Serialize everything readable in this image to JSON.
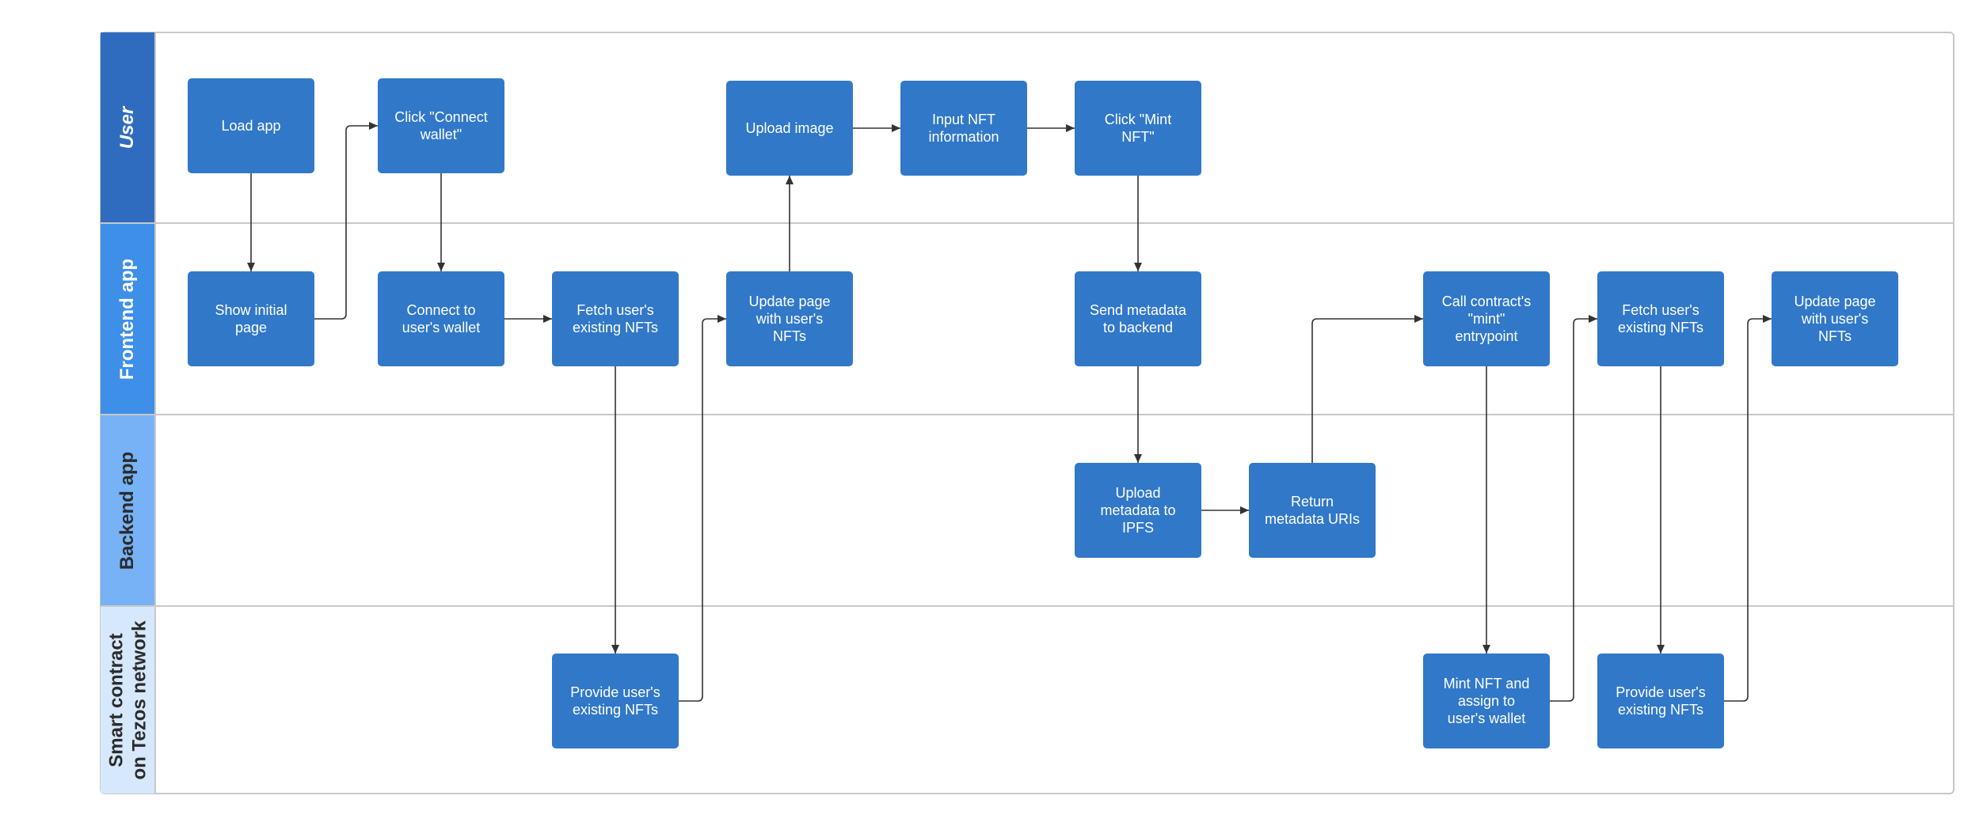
{
  "colors": {
    "node_fill": "#3178c9",
    "node_text": "#ffffff",
    "lane_user": "#2f6cc0",
    "lane_frontend": "#3d8fe8",
    "lane_backend": "#76b2f5",
    "lane_contract": "#d6e8fc",
    "edge": "#333333"
  },
  "lanes": [
    {
      "id": "user",
      "label": "User",
      "italic": true
    },
    {
      "id": "frontend",
      "label": "Frontend app",
      "italic": false
    },
    {
      "id": "backend",
      "label": "Backend app",
      "italic": false
    },
    {
      "id": "contract",
      "label": "Smart contract\non Tezos network",
      "italic": false
    }
  ],
  "nodes": [
    {
      "id": "load_app",
      "label": "Load app"
    },
    {
      "id": "click_connect",
      "label": "Click \"Connect\nwallet\""
    },
    {
      "id": "upload_image",
      "label": "Upload image"
    },
    {
      "id": "input_nft",
      "label": "Input NFT\ninformation"
    },
    {
      "id": "click_mint",
      "label": "Click \"Mint\nNFT\""
    },
    {
      "id": "show_initial",
      "label": "Show initial\npage"
    },
    {
      "id": "connect_wallet",
      "label": "Connect to\nuser's wallet"
    },
    {
      "id": "fetch_nfts_1",
      "label": "Fetch user's\nexisting NFTs"
    },
    {
      "id": "update_page_1",
      "label": "Update page\nwith user's\nNFTs"
    },
    {
      "id": "send_metadata",
      "label": "Send metadata\nto backend"
    },
    {
      "id": "call_mint",
      "label": "Call contract's\n\"mint\"\nentrypoint"
    },
    {
      "id": "fetch_nfts_2",
      "label": "Fetch user's\nexisting NFTs"
    },
    {
      "id": "update_page_2",
      "label": "Update page\nwith user's\nNFTs"
    },
    {
      "id": "upload_ipfs",
      "label": "Upload\nmetadata to\nIPFS"
    },
    {
      "id": "return_uris",
      "label": "Return\nmetadata URIs"
    },
    {
      "id": "provide_nfts_1",
      "label": "Provide user's\nexisting NFTs"
    },
    {
      "id": "mint_assign",
      "label": "Mint NFT and\nassign to\nuser's wallet"
    },
    {
      "id": "provide_nfts_2",
      "label": "Provide user's\nexisting NFTs"
    }
  ],
  "edges": [
    {
      "from": "load_app",
      "to": "show_initial"
    },
    {
      "from": "show_initial",
      "to": "click_connect"
    },
    {
      "from": "click_connect",
      "to": "connect_wallet"
    },
    {
      "from": "connect_wallet",
      "to": "fetch_nfts_1"
    },
    {
      "from": "fetch_nfts_1",
      "to": "provide_nfts_1"
    },
    {
      "from": "provide_nfts_1",
      "to": "update_page_1"
    },
    {
      "from": "update_page_1",
      "to": "upload_image"
    },
    {
      "from": "upload_image",
      "to": "input_nft"
    },
    {
      "from": "input_nft",
      "to": "click_mint"
    },
    {
      "from": "click_mint",
      "to": "send_metadata"
    },
    {
      "from": "send_metadata",
      "to": "upload_ipfs"
    },
    {
      "from": "upload_ipfs",
      "to": "return_uris"
    },
    {
      "from": "return_uris",
      "to": "call_mint"
    },
    {
      "from": "call_mint",
      "to": "mint_assign"
    },
    {
      "from": "mint_assign",
      "to": "fetch_nfts_2"
    },
    {
      "from": "fetch_nfts_2",
      "to": "provide_nfts_2"
    },
    {
      "from": "provide_nfts_2",
      "to": "update_page_2"
    }
  ]
}
